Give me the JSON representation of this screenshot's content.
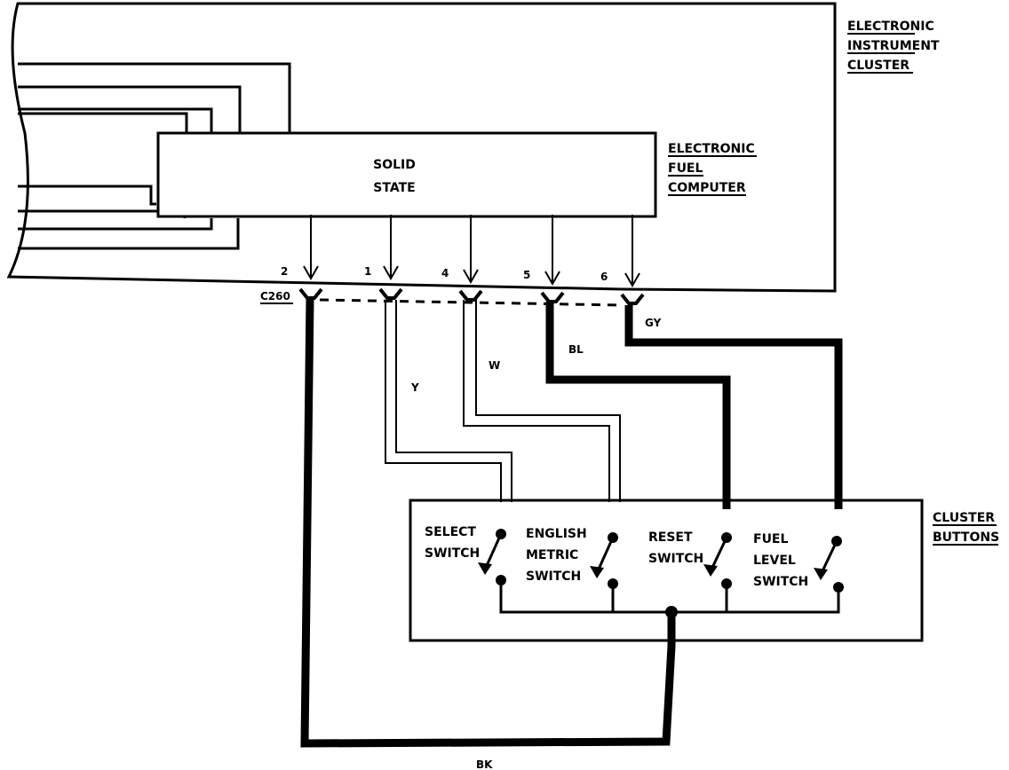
{
  "labels": {
    "cluster": [
      "ELECTRONIC",
      "INSTRUMENT",
      "CLUSTER"
    ],
    "computer": [
      "ELECTRONIC",
      "FUEL",
      "COMPUTER"
    ],
    "solid_state": [
      "SOLID",
      "STATE"
    ],
    "buttons": [
      "CLUSTER",
      "BUTTONS"
    ],
    "connector": "C260"
  },
  "pins": [
    "2",
    "1",
    "4",
    "5",
    "6"
  ],
  "wires": {
    "y": "Y",
    "w": "W",
    "bl": "BL",
    "gy": "GY",
    "bk": "BK"
  },
  "switches": {
    "select": [
      "SELECT",
      "SWITCH"
    ],
    "english": [
      "ENGLISH",
      "METRIC",
      "SWITCH"
    ],
    "reset": [
      "RESET",
      "SWITCH"
    ],
    "fuel": [
      "FUEL",
      "LEVEL",
      "SWITCH"
    ]
  }
}
